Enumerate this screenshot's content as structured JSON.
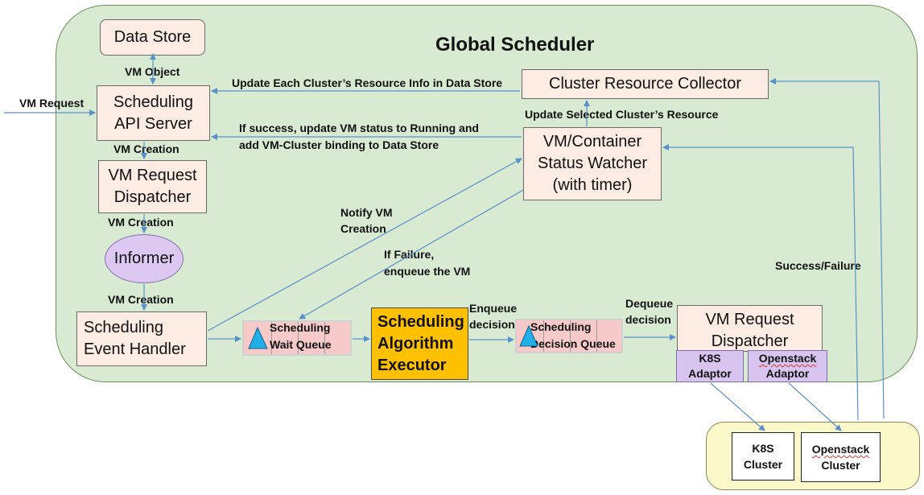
{
  "title": "Global Scheduler",
  "boxes": {
    "data_store": "Data Store",
    "api_server": [
      "Scheduling",
      "API Server"
    ],
    "dispatcher_left": [
      "VM Request",
      "Dispatcher"
    ],
    "informer": "Informer",
    "event_handler": [
      "Scheduling",
      "Event Handler"
    ],
    "wait_queue": [
      "Scheduling",
      "Wait Queue"
    ],
    "executor": [
      "Scheduling",
      "Algorithm",
      "Executor"
    ],
    "decision_queue": [
      "Scheduling",
      "Decision Queue"
    ],
    "dispatcher_right": [
      "VM Request",
      "Dispatcher"
    ],
    "k8s_adaptor": [
      "K8S",
      "Adaptor"
    ],
    "openstack_adaptor": [
      "Openstack",
      "Adaptor"
    ],
    "collector": "Cluster Resource Collector",
    "watcher": [
      "VM/Container",
      "Status Watcher",
      "(with timer)"
    ],
    "k8s_cluster": [
      "K8S",
      "Cluster"
    ],
    "openstack_cluster": [
      "Openstack",
      "Cluster"
    ]
  },
  "labels": {
    "vm_object": "VM Object",
    "vm_request": "VM Request",
    "vm_creation_1": "VM Creation",
    "vm_creation_2": "VM Creation",
    "vm_creation_3": "VM Creation",
    "update_each": "Update Each Cluster’s Resource Info in Data Store",
    "update_selected": "Update Selected Cluster’s Resource",
    "if_success": [
      "If success, update VM status to Running and",
      "add VM-Cluster binding to Data Store"
    ],
    "notify": [
      "Notify VM",
      "Creation"
    ],
    "if_failure": [
      "If Failure,",
      "enqueue the VM"
    ],
    "enqueue": [
      "Enqueue",
      "decision"
    ],
    "dequeue": [
      "Dequeue",
      "decision"
    ],
    "success_failure": "Success/Failure"
  },
  "colors": {
    "panel": "#d9ead3",
    "box": "#fcece3",
    "executor": "#ffc000",
    "informer": "#dcc8f1",
    "adaptor": "#d7c5ef",
    "queue": "#f7caca",
    "cluster_panel": "#fbf9c9",
    "arrow": "#5b8fc9",
    "triangle": "#1fb0e8"
  }
}
